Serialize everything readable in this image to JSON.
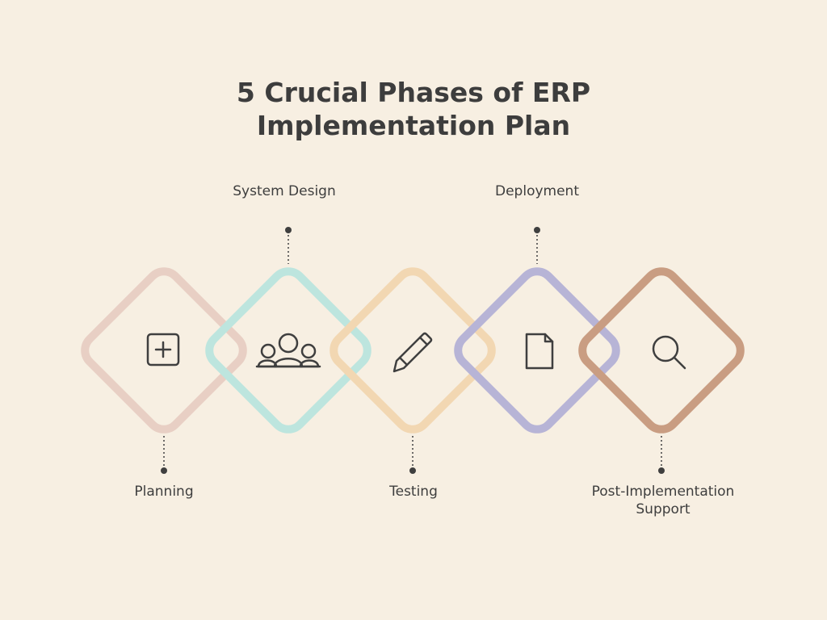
{
  "title": {
    "line1": "5 Crucial Phases of ERP",
    "line2": "Implementation Plan"
  },
  "phases": [
    {
      "label_lines": [
        "Planning"
      ],
      "label_position": "bottom",
      "icon": "plus-square-icon",
      "color": "#e8cfc4"
    },
    {
      "label_lines": [
        "System Design"
      ],
      "label_position": "top",
      "icon": "group-icon",
      "color": "#bde5de"
    },
    {
      "label_lines": [
        "Testing"
      ],
      "label_position": "bottom",
      "icon": "pencil-icon",
      "color": "#f2d7b2"
    },
    {
      "label_lines": [
        "Deployment"
      ],
      "label_position": "top",
      "icon": "document-icon",
      "color": "#b7b4d6"
    },
    {
      "label_lines": [
        "Post-Implementation",
        "Support"
      ],
      "label_position": "bottom",
      "icon": "search-icon",
      "color": "#c99d82"
    }
  ],
  "colors": {
    "background": "#f7efe2",
    "text": "#3f3f3f",
    "connector": "#3f3f3f"
  }
}
